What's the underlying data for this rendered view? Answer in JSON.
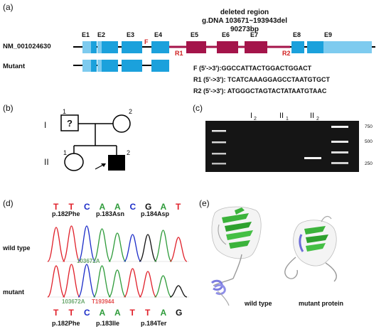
{
  "panels": {
    "a": "(a)",
    "b": "(b)",
    "c": "(c)",
    "d": "(d)",
    "e": "(e)"
  },
  "gene": {
    "header": [
      "deleted region",
      "g.DNA 103671~193943del",
      "90273bp"
    ],
    "label_ref": "NM_001024630",
    "label_mut": "Mutant",
    "exons": [
      "E1",
      "E2",
      "E3",
      "E4",
      "E5",
      "E6",
      "E7",
      "E8",
      "E9"
    ],
    "primers": {
      "F": "F",
      "R1": "R1",
      "R2": "R2"
    },
    "sequences": [
      "F (5'->3'):GGCCATTACTGGACTGGACT",
      "R1 (5'->3'): TCATCAAAGGAGCCTAATGTGCT",
      "R2 (5'->3'): ATGGGCTAGTACTATAATGTAAC"
    ],
    "colors": {
      "exon": "#1ba1dc",
      "utr": "#7ecbef",
      "deleted": "#a4144a",
      "line": "#000000"
    }
  },
  "pedigree": {
    "gen1": "I",
    "gen2": "II",
    "ids": {
      "i1": "1",
      "i2": "2",
      "ii1": "1",
      "ii2": "2"
    },
    "unknown": "?"
  },
  "gel": {
    "lanes": [
      "I",
      "II",
      "II"
    ],
    "lane_subs": [
      "2",
      "1",
      "2"
    ],
    "ladder": [
      "750",
      "500",
      "250"
    ]
  },
  "chromatogram": {
    "wt_bases": [
      "T",
      "T",
      "C",
      "A",
      "A",
      "C",
      "G",
      "A",
      "T"
    ],
    "mut_bases": [
      "T",
      "T",
      "C",
      "A",
      "A",
      "T",
      "T",
      "A",
      "G"
    ],
    "wt_aa": [
      "p.182Phe",
      "p.183Asn",
      "p.184Asp"
    ],
    "mut_aa": [
      "p.182Phe",
      "p.183Ile",
      "p.184Ter"
    ],
    "label_wt": "wild type",
    "label_mut": "mutant",
    "pos_wt": "103672A",
    "pos_mut1": "103672A",
    "pos_mut2": "T193944",
    "base_colors": {
      "T": "#e0202a",
      "C": "#1b2cc8",
      "A": "#2e9b3a",
      "G": "#111111"
    }
  },
  "protein": {
    "label_wt": "wild type",
    "label_mut": "mutant  protein"
  }
}
